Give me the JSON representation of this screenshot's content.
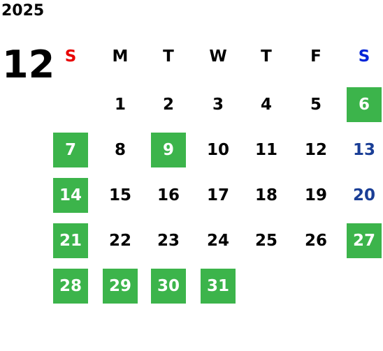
{
  "calendar": {
    "year": "2025",
    "month": "12",
    "weekdays": [
      "S",
      "M",
      "T",
      "W",
      "T",
      "F",
      "S"
    ],
    "colors": {
      "sunday_header": "#e80000",
      "saturday_header": "#0024d8",
      "saturday_date": "#1a3e96",
      "highlight_bg": "#3cb44b",
      "highlight_text": "#ffffff",
      "default_text": "#000000"
    },
    "weeks": [
      [
        null,
        {
          "d": "1"
        },
        {
          "d": "2"
        },
        {
          "d": "3"
        },
        {
          "d": "4"
        },
        {
          "d": "5"
        },
        {
          "d": "6",
          "hl": true
        }
      ],
      [
        {
          "d": "7",
          "hl": true
        },
        {
          "d": "8"
        },
        {
          "d": "9",
          "hl": true
        },
        {
          "d": "10"
        },
        {
          "d": "11"
        },
        {
          "d": "12"
        },
        {
          "d": "13",
          "sat": true
        }
      ],
      [
        {
          "d": "14",
          "hl": true
        },
        {
          "d": "15"
        },
        {
          "d": "16"
        },
        {
          "d": "17"
        },
        {
          "d": "18"
        },
        {
          "d": "19"
        },
        {
          "d": "20",
          "sat": true
        }
      ],
      [
        {
          "d": "21",
          "hl": true
        },
        {
          "d": "22"
        },
        {
          "d": "23"
        },
        {
          "d": "24"
        },
        {
          "d": "25"
        },
        {
          "d": "26"
        },
        {
          "d": "27",
          "hl": true
        }
      ],
      [
        {
          "d": "28",
          "hl": true
        },
        {
          "d": "29",
          "hl": true
        },
        {
          "d": "30",
          "hl": true
        },
        {
          "d": "31",
          "hl": true
        },
        null,
        null,
        null
      ]
    ]
  }
}
